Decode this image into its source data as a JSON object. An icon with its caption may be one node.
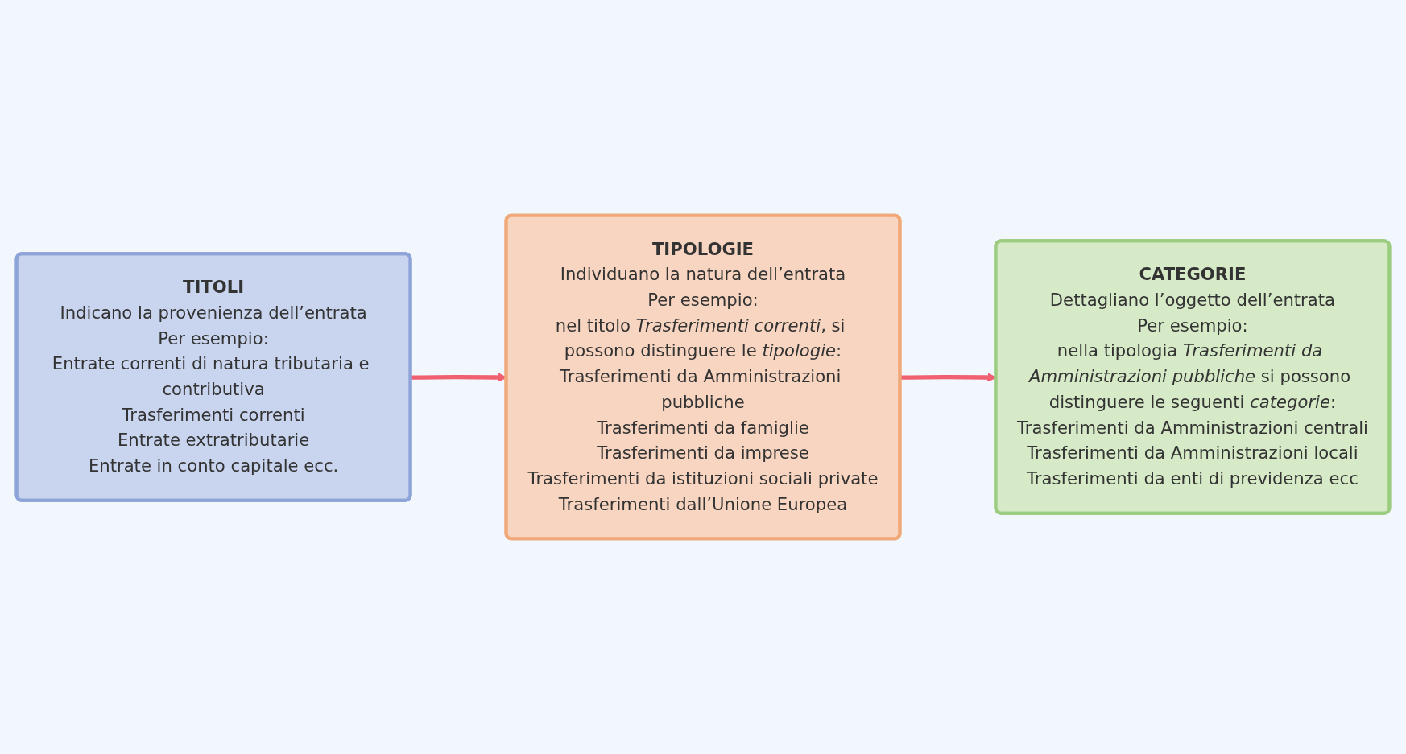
{
  "diagram": {
    "nodes": [
      {
        "text": [
          "TITOLI",
          "Indicano la provenienza dell’entrata",
          "Per esempio:",
          "Entrate correnti di natura tributaria e contributiva",
          "Trasferimenti correnti",
          "Entrate extratributarie",
          "Entrate in conto capitale ecc."
        ]
      },
      {
        "text": [
          "TIPOLOGIE",
          "Individuano la natura dell’entrata",
          "Per esempio:",
          "nel titolo *Trasferimenti correnti*, si possono distinguere le *tipologie*:",
          "Trasferimenti da Amministrazioni pubbliche",
          "Trasferimenti da famiglie",
          "Trasferimenti da imprese",
          "Trasferimenti da istituzioni sociali private",
          "Trasferimenti dall’Unione Europea"
        ]
      },
      {
        "text": [
          "CATEGORIE",
          "Dettagliano l’oggetto dell’entrata",
          "Per esempio:",
          "nella tipologia *Trasferimenti da Amministrazioni pubbliche* si possono distinguere le seguenti *categorie*:",
          "Trasferimenti da Amministrazioni centrali",
          "Trasferimenti da Amministrazioni locali",
          "Trasferimenti da enti di previdenza ecc"
        ]
      }
    ],
    "edges": [
      {
        "from": 0,
        "to": 1,
        "arrow": "to"
      },
      {
        "from": 1,
        "to": 2,
        "arrow": "to"
      }
    ]
  }
}
